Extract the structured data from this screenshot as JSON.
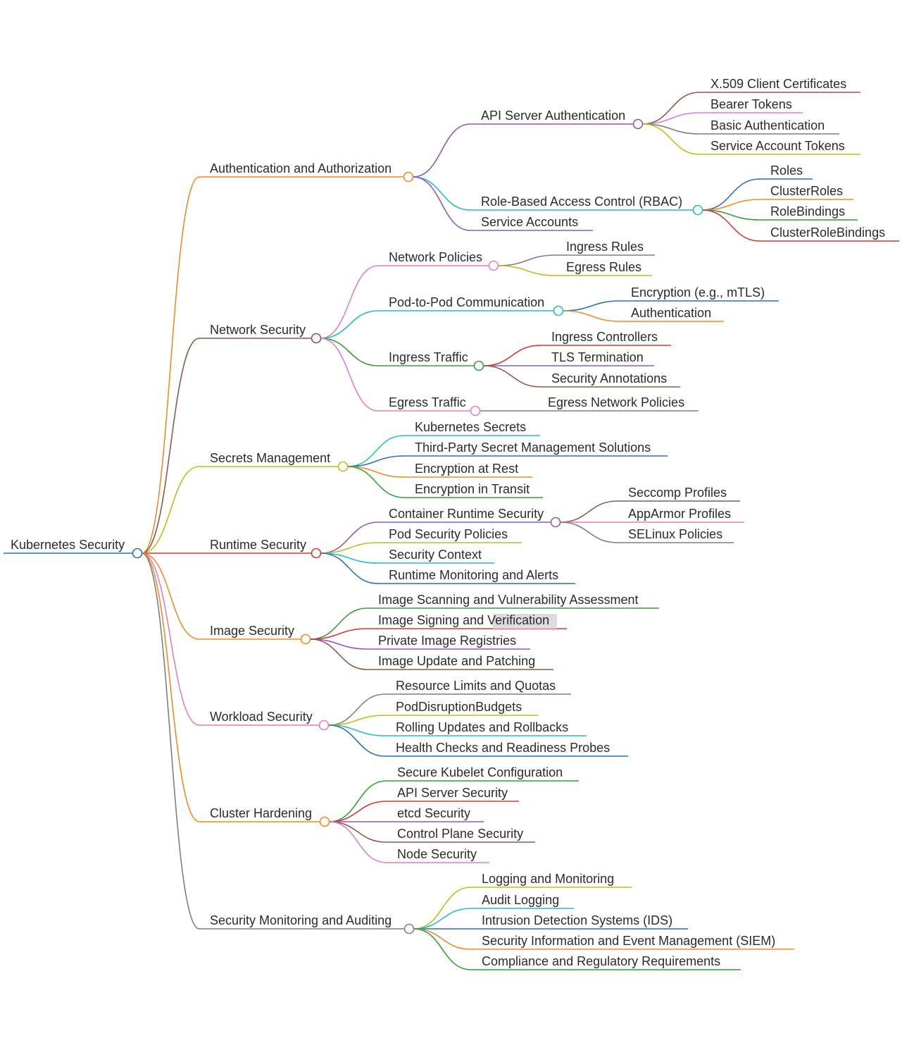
{
  "root": {
    "label": "Kubernetes Security",
    "color": "#2f6fb0",
    "children": [
      {
        "label": "Authentication and Authorization",
        "color": "#f28a2b",
        "children": [
          {
            "label": "API Server Authentication",
            "color": "#8e5bb0",
            "children": [
              {
                "label": "X.509 Client Certificates",
                "color": "#8b5a4a"
              },
              {
                "label": "Bearer Tokens",
                "color": "#de7fc9"
              },
              {
                "label": "Basic Authentication",
                "color": "#7f7f7f"
              },
              {
                "label": "Service Account Tokens",
                "color": "#bcbd22"
              }
            ]
          },
          {
            "label": "Role-Based Access Control (RBAC)",
            "color": "#29bcc9",
            "children": [
              {
                "label": "Roles",
                "color": "#2f6fb0"
              },
              {
                "label": "ClusterRoles",
                "color": "#f28a2b"
              },
              {
                "label": "RoleBindings",
                "color": "#3a9c3a"
              },
              {
                "label": "ClusterRoleBindings",
                "color": "#d03a35"
              }
            ]
          },
          {
            "label": "Service Accounts",
            "color": "#8e5bb0"
          }
        ]
      },
      {
        "label": "Network Security",
        "color": "#8b5a4a",
        "children": [
          {
            "label": "Network Policies",
            "color": "#de7fc9",
            "children": [
              {
                "label": "Ingress Rules",
                "color": "#7f7f7f"
              },
              {
                "label": "Egress Rules",
                "color": "#bcbd22"
              }
            ]
          },
          {
            "label": "Pod-to-Pod Communication",
            "color": "#29bcc9",
            "children": [
              {
                "label": "Encryption (e.g., mTLS)",
                "color": "#2f6fb0"
              },
              {
                "label": "Authentication",
                "color": "#f28a2b"
              }
            ]
          },
          {
            "label": "Ingress Traffic",
            "color": "#3a9c3a",
            "children": [
              {
                "label": "Ingress Controllers",
                "color": "#d03a35"
              },
              {
                "label": "TLS Termination",
                "color": "#8e5bb0"
              },
              {
                "label": "Security Annotations",
                "color": "#8b5a4a"
              }
            ]
          },
          {
            "label": "Egress Traffic",
            "color": "#de7fc9",
            "children": [
              {
                "label": "Egress Network Policies",
                "color": "#7f7f7f"
              }
            ]
          }
        ]
      },
      {
        "label": "Secrets Management",
        "color": "#bcbd22",
        "children": [
          {
            "label": "Kubernetes Secrets",
            "color": "#29bcc9"
          },
          {
            "label": "Third-Party Secret Management Solutions",
            "color": "#2f6fb0"
          },
          {
            "label": "Encryption at Rest",
            "color": "#f28a2b"
          },
          {
            "label": "Encryption in Transit",
            "color": "#3a9c3a"
          }
        ]
      },
      {
        "label": "Runtime Security",
        "color": "#d03a35",
        "children": [
          {
            "label": "Container Runtime Security",
            "color": "#8e5bb0",
            "children": [
              {
                "label": "Seccomp Profiles",
                "color": "#8b5a4a"
              },
              {
                "label": "AppArmor Profiles",
                "color": "#de7fc9"
              },
              {
                "label": "SELinux Policies",
                "color": "#7f7f7f"
              }
            ]
          },
          {
            "label": "Pod Security Policies",
            "color": "#bcbd22"
          },
          {
            "label": "Security Context",
            "color": "#29bcc9"
          },
          {
            "label": "Runtime Monitoring and Alerts",
            "color": "#2f6fb0"
          }
        ]
      },
      {
        "label": "Image Security",
        "color": "#f28a2b",
        "children": [
          {
            "label": "Image Scanning and Vulnerability Assessment",
            "color": "#3a9c3a"
          },
          {
            "label": "Image Signing and Verification",
            "color": "#d03a35",
            "highlight": "Verification"
          },
          {
            "label": "Private Image Registries",
            "color": "#8e5bb0"
          },
          {
            "label": "Image Update and Patching",
            "color": "#8b5a4a"
          }
        ]
      },
      {
        "label": "Workload Security",
        "color": "#de7fc9",
        "children": [
          {
            "label": "Resource Limits and Quotas",
            "color": "#7f7f7f"
          },
          {
            "label": "PodDisruptionBudgets",
            "color": "#bcbd22"
          },
          {
            "label": "Rolling Updates and Rollbacks",
            "color": "#29bcc9"
          },
          {
            "label": "Health Checks and Readiness Probes",
            "color": "#2f6fb0"
          }
        ]
      },
      {
        "label": "Cluster Hardening",
        "color": "#f28a2b",
        "children": [
          {
            "label": "Secure Kubelet Configuration",
            "color": "#3a9c3a"
          },
          {
            "label": "API Server Security",
            "color": "#d03a35"
          },
          {
            "label": "etcd Security",
            "color": "#8e5bb0"
          },
          {
            "label": "Control Plane Security",
            "color": "#8b5a4a"
          },
          {
            "label": "Node Security",
            "color": "#de7fc9"
          }
        ]
      },
      {
        "label": "Security Monitoring and Auditing",
        "color": "#7f7f7f",
        "children": [
          {
            "label": "Logging and Monitoring",
            "color": "#bcbd22"
          },
          {
            "label": "Audit Logging",
            "color": "#29bcc9"
          },
          {
            "label": "Intrusion Detection Systems (IDS)",
            "color": "#2f6fb0"
          },
          {
            "label": "Security Information and Event Management (SIEM)",
            "color": "#f28a2b"
          },
          {
            "label": "Compliance and Regulatory Requirements",
            "color": "#3a9c3a"
          }
        ]
      }
    ]
  }
}
